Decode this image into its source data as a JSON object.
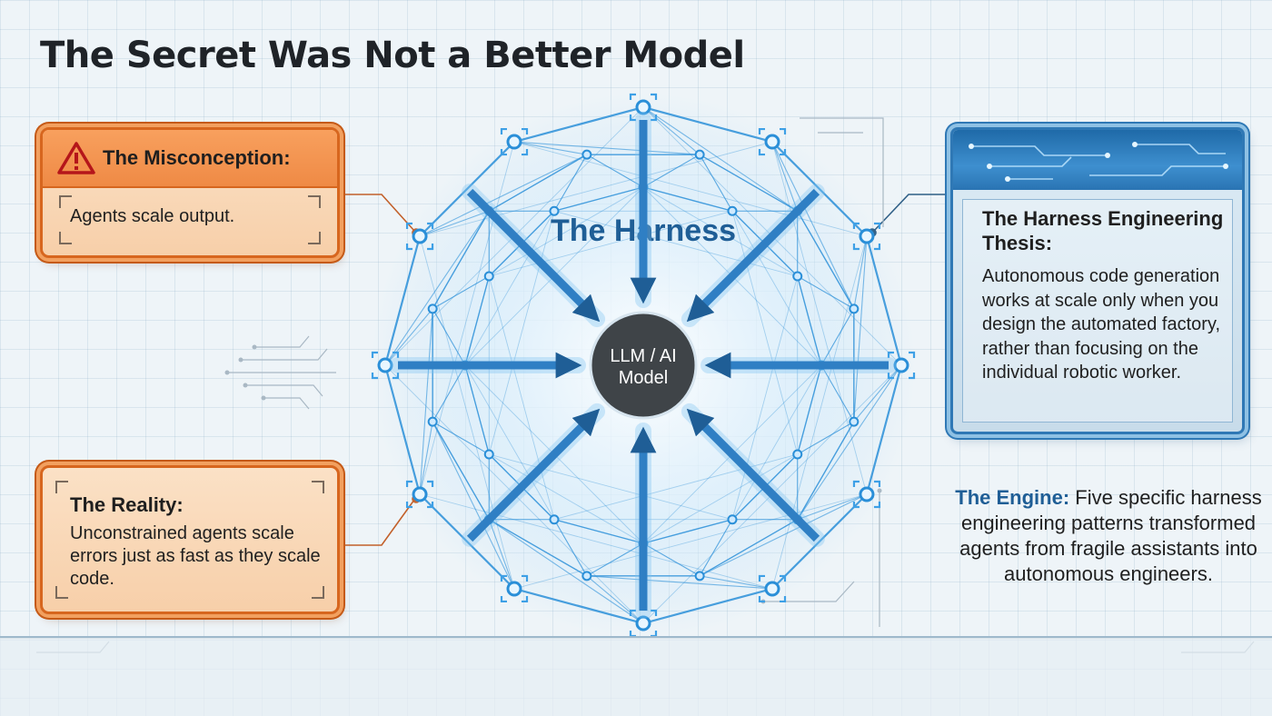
{
  "title": "The Secret Was Not a Better Model",
  "center": {
    "harness_label": "The Harness",
    "model_label_line1": "LLM / AI",
    "model_label_line2": "Model"
  },
  "misconception": {
    "heading": "The Misconception:",
    "body": "Agents scale output.",
    "icon": "warning-icon"
  },
  "reality": {
    "heading": "The Reality:",
    "body": "Unconstrained agents scale errors just as fast as they scale code."
  },
  "thesis": {
    "heading": "The Harness Engineering Thesis:",
    "body": "Autonomous code generation works at scale only when you design the automated factory, rather than focusing on the individual robotic worker."
  },
  "engine": {
    "label": "The Engine:",
    "body": " Five specific harness engineering patterns transformed agents from fragile assistants into autonomous engineers."
  },
  "colors": {
    "orange_accent": "#d7661e",
    "blue_accent": "#2f78b5",
    "harness_blue": "#2a8fd8",
    "title_blue": "#1f5e96",
    "core_dark": "#3f4448"
  }
}
